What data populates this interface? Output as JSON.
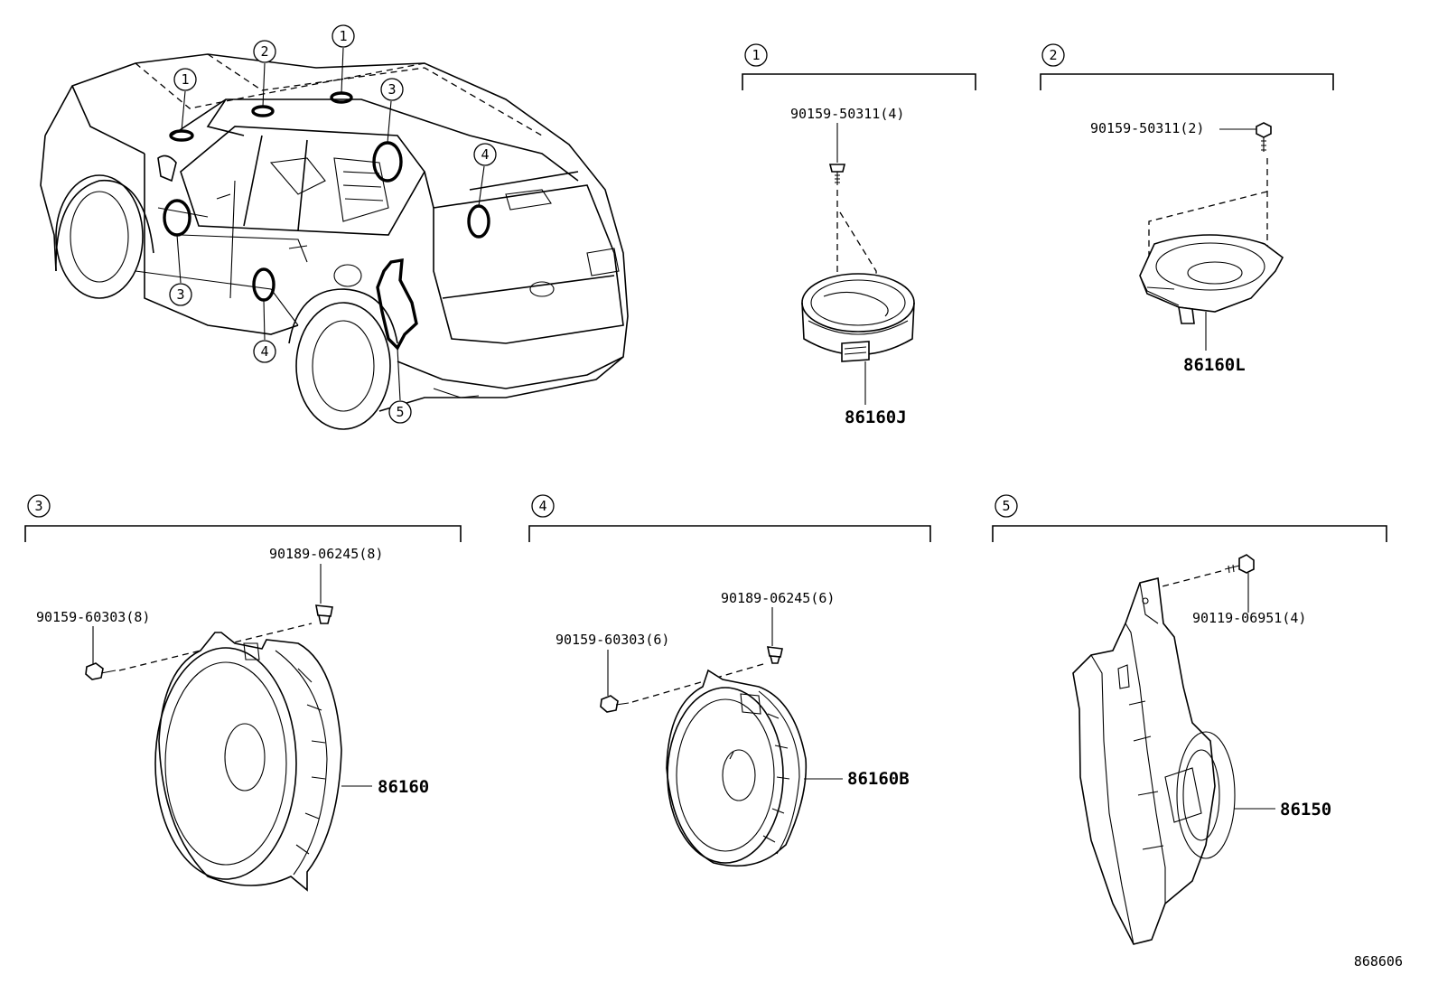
{
  "diagram_id": "868606",
  "sections": [
    {
      "id": "1",
      "callout": "1",
      "screw": "90159-50311(4)",
      "speaker": "86160J"
    },
    {
      "id": "2",
      "callout": "2",
      "screw": "90159-50311(2)",
      "speaker": "86160L"
    },
    {
      "id": "3",
      "callout": "3",
      "screw": "90159-60303(8)",
      "clip": "90189-06245(8)",
      "speaker": "86160"
    },
    {
      "id": "4",
      "callout": "4",
      "screw": "90159-60303(6)",
      "clip": "90189-06245(6)",
      "speaker": "86160B"
    },
    {
      "id": "5",
      "callout": "5",
      "screw": "90119-06951(4)",
      "speaker": "86150"
    }
  ],
  "vehicle_callouts": [
    "1",
    "2",
    "1",
    "3",
    "4",
    "3",
    "4",
    "5"
  ]
}
